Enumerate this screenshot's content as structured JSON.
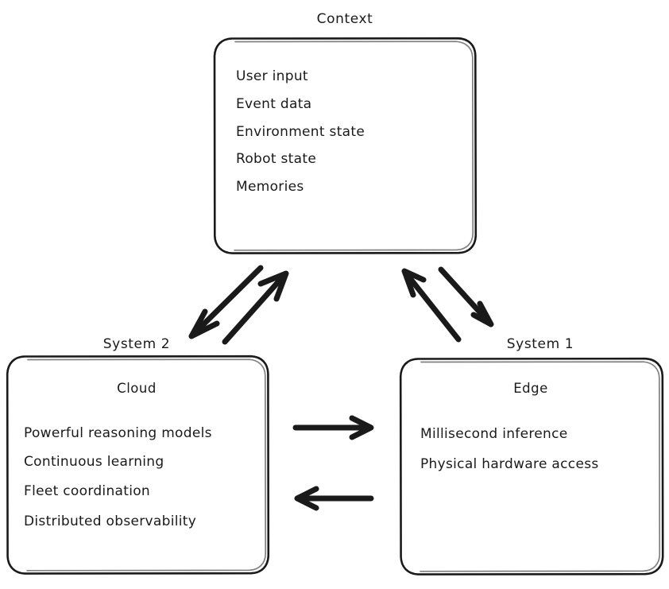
{
  "diagram": {
    "title": "Context / System 1 / System 2 robotics architecture",
    "colors": {
      "stroke": "#1a1a1a",
      "background": "#ffffff",
      "text": "#1a1a1a"
    },
    "context_box": {
      "group_label": "Context",
      "items": [
        "User input",
        "Event data",
        "Environment state",
        "Robot state",
        "Memories"
      ]
    },
    "cloud_box": {
      "group_label": "System 2",
      "heading": "Cloud",
      "items": [
        "Powerful reasoning models",
        "Continuous learning",
        "Fleet coordination",
        "Distributed observability"
      ]
    },
    "edge_box": {
      "group_label": "System 1",
      "heading": "Edge",
      "items": [
        "Millisecond inference",
        "Physical hardware access"
      ]
    },
    "arrows": [
      {
        "name": "context-to-cloud",
        "direction": "down-left"
      },
      {
        "name": "cloud-to-context",
        "direction": "up-right"
      },
      {
        "name": "edge-to-context",
        "direction": "up-left"
      },
      {
        "name": "context-to-edge",
        "direction": "down-right"
      },
      {
        "name": "cloud-to-edge",
        "direction": "right"
      },
      {
        "name": "edge-to-cloud",
        "direction": "left"
      }
    ]
  }
}
